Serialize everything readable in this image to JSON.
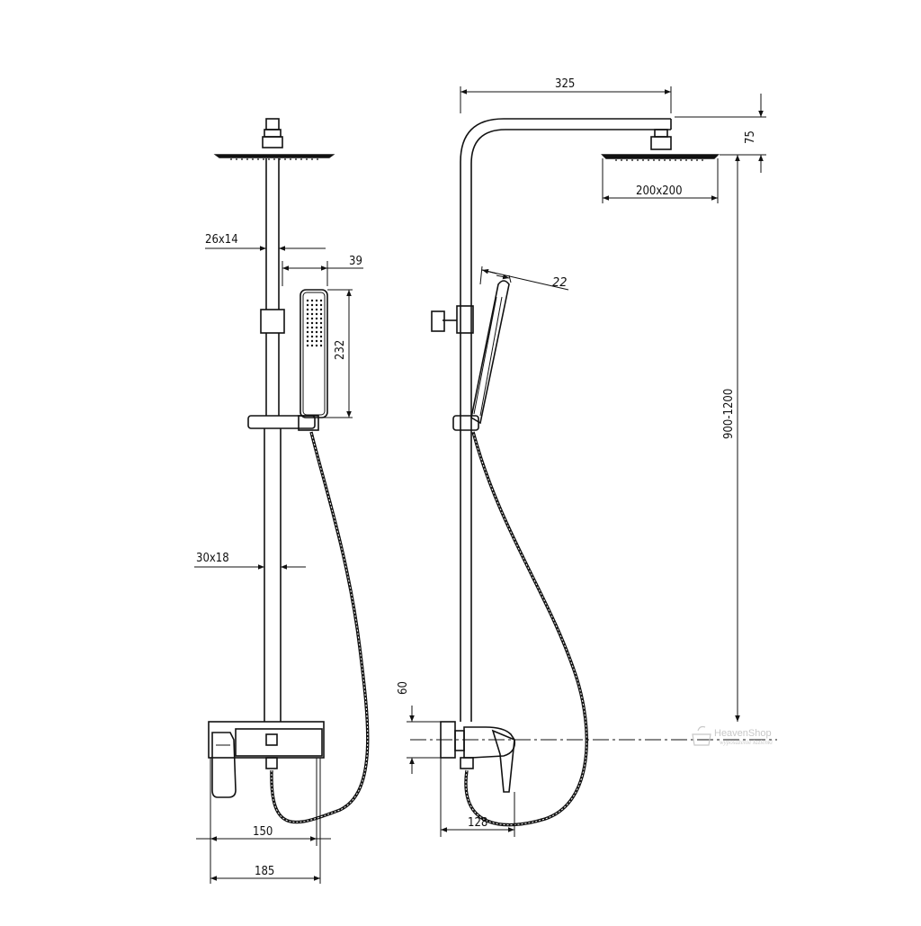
{
  "front_view": {
    "dim_upper_pipe": "26x14",
    "dim_handshower_width": "39",
    "dim_handshower_length": "232",
    "dim_lower_pipe": "30x18",
    "dim_mixer_spacing": "150",
    "dim_mixer_width": "185"
  },
  "side_view": {
    "dim_arm_reach": "325",
    "dim_head_drop": "75",
    "dim_head_size": "200x200",
    "dim_handshower_angle": "22",
    "dim_column_height": "900-1200",
    "dim_mixer_height": "60",
    "dim_mixer_depth": "128"
  },
  "watermark": {
    "title": "HeavenShop",
    "subtitle": "wyposażenie łazienki"
  },
  "colors": {
    "line": "#111111",
    "watermark": "#c8c8c8"
  }
}
